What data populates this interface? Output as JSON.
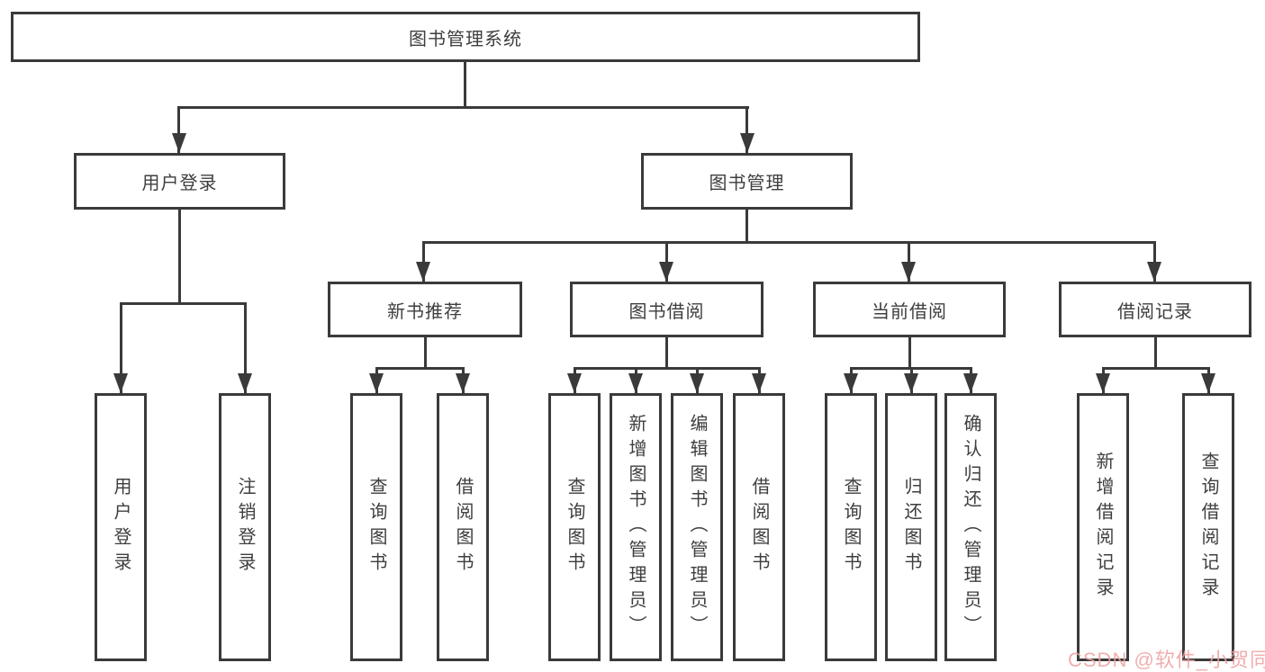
{
  "diagram_type": "hierarchy-tree",
  "tree": {
    "label": "图书管理系统",
    "children": [
      {
        "label": "用户登录",
        "children": [
          {
            "label": "用户登录"
          },
          {
            "label": "注销登录"
          }
        ]
      },
      {
        "label": "图书管理",
        "children": [
          {
            "label": "新书推荐",
            "children": [
              {
                "label": "查询图书"
              },
              {
                "label": "借阅图书"
              }
            ]
          },
          {
            "label": "图书借阅",
            "children": [
              {
                "label": "查询图书"
              },
              {
                "label": "新增图书（管理员）"
              },
              {
                "label": "编辑图书（管理员）"
              },
              {
                "label": "借阅图书"
              }
            ]
          },
          {
            "label": "当前借阅",
            "children": [
              {
                "label": "查询图书"
              },
              {
                "label": "归还图书"
              },
              {
                "label": "确认归还（管理员）"
              }
            ]
          },
          {
            "label": "借阅记录",
            "children": [
              {
                "label": "新增借阅记录"
              },
              {
                "label": "查询借阅记录"
              }
            ]
          }
        ]
      }
    ]
  },
  "watermark": {
    "text": "CSDN @软件_小贺同学"
  },
  "colors": {
    "line": "#3a3a3a",
    "border": "#3a3a3a",
    "text": "#3e3e3e",
    "background": "#ffffff",
    "watermark": "#efa0a0"
  }
}
